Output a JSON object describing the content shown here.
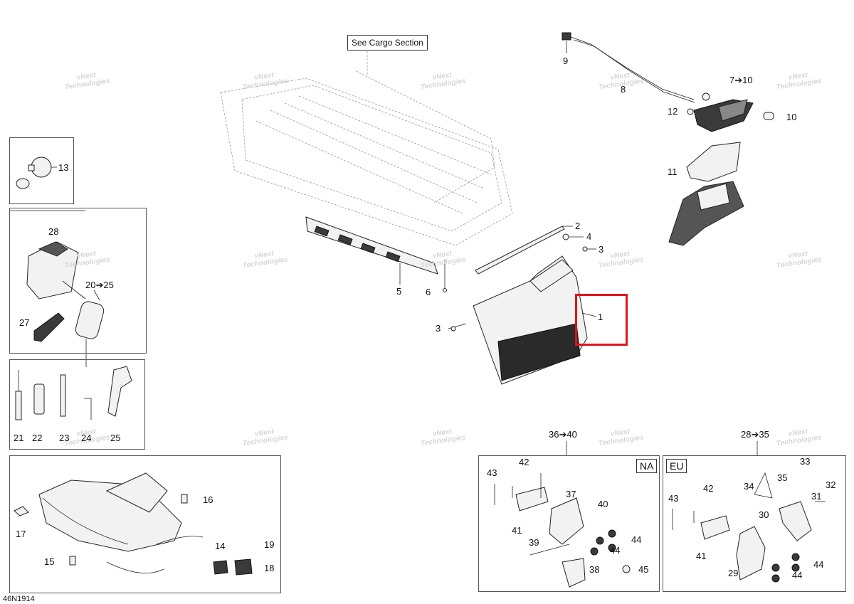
{
  "see_cargo": "See Cargo Section",
  "diagram_id": "46N1914",
  "region_tags": {
    "na": "NA",
    "eu": "EU"
  },
  "watermark": {
    "line1": "vNext",
    "line2": "Technologies"
  },
  "callouts": {
    "c1": "1",
    "c2": "2",
    "c3a": "3",
    "c3b": "3",
    "c4": "4",
    "c5": "5",
    "c6": "6",
    "c7_10": "7➔10",
    "c8": "8",
    "c9": "9",
    "c10": "10",
    "c11": "11",
    "c12": "12",
    "c13": "13",
    "c14": "14",
    "c15": "15",
    "c16": "16",
    "c17": "17",
    "c18": "18",
    "c19": "19",
    "c20_25": "20➔25",
    "c21": "21",
    "c22": "22",
    "c23": "23",
    "c24": "24",
    "c25": "25",
    "c27": "27",
    "c28": "28",
    "c36_40": "36➔40",
    "na42": "42",
    "na43": "43",
    "na37": "37",
    "na40": "40",
    "na41": "41",
    "na44a": "44",
    "na44b": "44",
    "na39": "39",
    "na38": "38",
    "na45": "45",
    "c28_35": "28➔35",
    "eu33": "33",
    "eu35": "35",
    "eu34": "34",
    "eu32": "32",
    "eu42": "42",
    "eu43": "43",
    "eu31": "31",
    "eu30": "30",
    "eu41": "41",
    "eu44a": "44",
    "eu29": "29",
    "eu44b": "44"
  }
}
